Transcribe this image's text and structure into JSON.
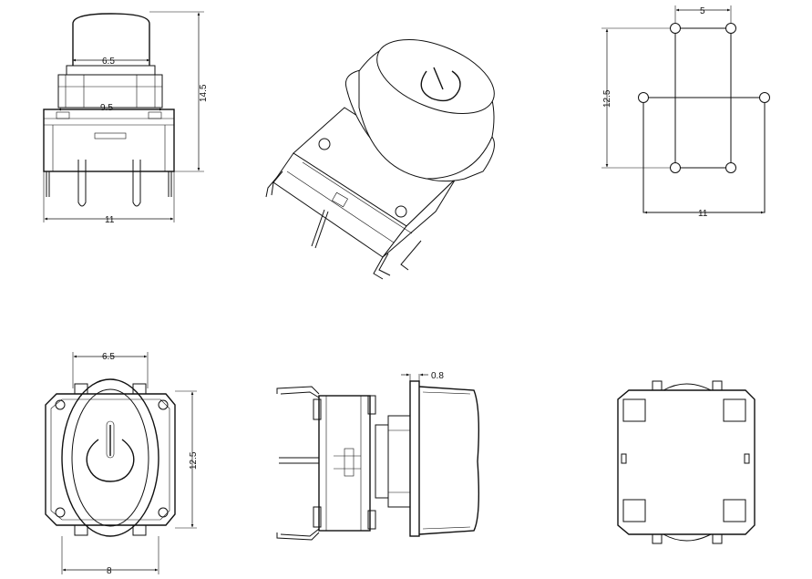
{
  "views": {
    "front": {
      "dim_top_width": "6.5",
      "dim_mid_width": "9.5",
      "dim_height": "14.5",
      "dim_base_width": "11"
    },
    "footprint": {
      "dim_top": "5",
      "dim_left": "12.5",
      "dim_bottom": "11"
    },
    "top": {
      "dim_top": "6.5",
      "dim_right": "12.5",
      "dim_bottom": "8"
    },
    "side": {
      "dim_offset": "0.8"
    }
  },
  "colors": {
    "line": "#111111",
    "background": "#ffffff"
  }
}
